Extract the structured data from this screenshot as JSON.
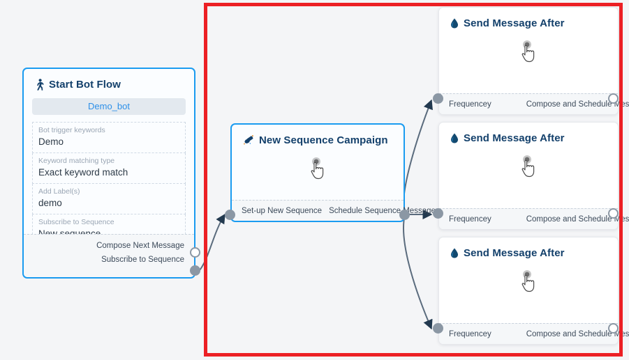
{
  "canvas": {
    "background": "#f4f5f7",
    "highlight_color": "#ec2025"
  },
  "nodes": {
    "start_bot_flow": {
      "title": "Start Bot Flow",
      "icon": "running-person-icon",
      "bot_button": "Demo_bot",
      "fields": [
        {
          "label": "Bot trigger keywords",
          "value": "Demo"
        },
        {
          "label": "Keyword matching type",
          "value": "Exact keyword match"
        },
        {
          "label": "Add Label(s)",
          "value": "demo"
        },
        {
          "label": "Subscribe to Sequence",
          "value": "New sequence"
        }
      ],
      "ports": [
        {
          "name": "Compose Next Message",
          "style": "hollow"
        },
        {
          "name": "Subscribe to Sequence",
          "style": "filled"
        }
      ]
    },
    "new_sequence_campaign": {
      "title": "New Sequence Campaign",
      "icon": "megaphone-icon",
      "body_icon": "hand-cursor-icon",
      "in_port": "",
      "ports": [
        {
          "name": "Set-up New Sequence",
          "style": "filled-in"
        },
        {
          "name": "Schedule Sequence Message",
          "style": "filled-out"
        }
      ]
    },
    "send_message_cards": [
      {
        "title": "Send Message After",
        "icon": "water-drop-icon",
        "body_icon": "hand-cursor-icon",
        "in_port": "Frequencey",
        "out_port": "Compose and Schedule Message"
      },
      {
        "title": "Send Message After",
        "icon": "water-drop-icon",
        "body_icon": "hand-cursor-icon",
        "in_port": "Frequencey",
        "out_port": "Compose and Schedule Message"
      },
      {
        "title": "Send Message After",
        "icon": "water-drop-icon",
        "body_icon": "hand-cursor-icon",
        "in_port": "Frequencey",
        "out_port": "Compose and Schedule Message"
      }
    ]
  },
  "colors": {
    "selected_border": "#1a9bf0",
    "title_text": "#13406b",
    "port_dot": "#8b97a4",
    "edge": "#5a6b7d",
    "bot_button_text": "#2e90e8"
  }
}
